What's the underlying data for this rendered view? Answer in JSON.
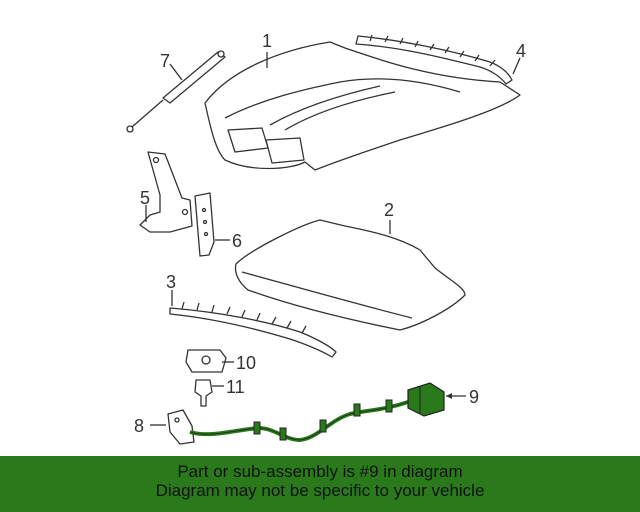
{
  "callouts": {
    "c1": "1",
    "c2": "2",
    "c3": "3",
    "c4": "4",
    "c5": "5",
    "c6": "6",
    "c7": "7",
    "c8": "8",
    "c9": "9",
    "c10": "10",
    "c11": "11"
  },
  "highlight_color": "#2a7a1c",
  "banner": {
    "line1": "Part or sub-assembly is #9 in diagram",
    "line2": "Diagram may not be specific to your vehicle"
  }
}
